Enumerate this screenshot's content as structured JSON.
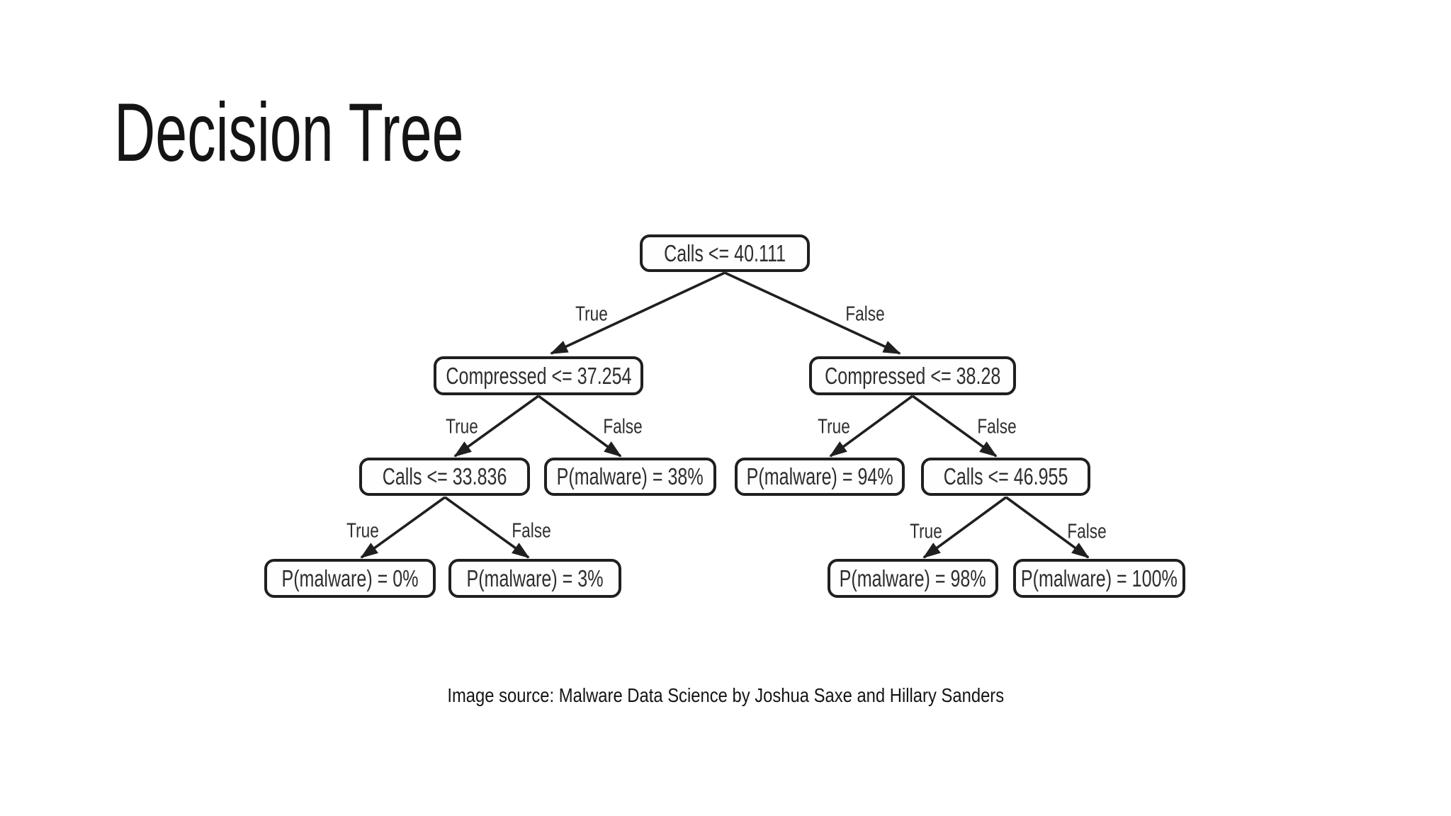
{
  "slide": {
    "title": "Decision Tree",
    "caption": "Image source: Malware Data Science by Joshua Saxe and Hillary Sanders"
  },
  "colors": {
    "background": "#ffffff",
    "ink": "#1f1f1f",
    "node_fill": "#fefefe",
    "text": "#2e2e2e"
  },
  "figure": {
    "type": "decision-tree",
    "nodes": [
      {
        "id": "root",
        "label": "Calls <= 40.111",
        "kind": "decision"
      },
      {
        "id": "l",
        "label": "Compressed <= 37.254",
        "kind": "decision"
      },
      {
        "id": "r",
        "label": "Compressed <= 38.28",
        "kind": "decision"
      },
      {
        "id": "ll",
        "label": "Calls <= 33.836",
        "kind": "decision"
      },
      {
        "id": "lr",
        "label": "P(malware) = 38%",
        "kind": "leaf"
      },
      {
        "id": "rl",
        "label": "P(malware) = 94%",
        "kind": "leaf"
      },
      {
        "id": "rr",
        "label": "Calls <= 46.955",
        "kind": "decision"
      },
      {
        "id": "lll",
        "label": "P(malware) = 0%",
        "kind": "leaf"
      },
      {
        "id": "llr",
        "label": "P(malware) = 3%",
        "kind": "leaf"
      },
      {
        "id": "rrl",
        "label": "P(malware) = 98%",
        "kind": "leaf"
      },
      {
        "id": "rrr",
        "label": "P(malware) = 100%",
        "kind": "leaf"
      }
    ],
    "edges": [
      {
        "from": "root",
        "to": "l",
        "label": "True"
      },
      {
        "from": "root",
        "to": "r",
        "label": "False"
      },
      {
        "from": "l",
        "to": "ll",
        "label": "True"
      },
      {
        "from": "l",
        "to": "lr",
        "label": "False"
      },
      {
        "from": "r",
        "to": "rl",
        "label": "True"
      },
      {
        "from": "r",
        "to": "rr",
        "label": "False"
      },
      {
        "from": "ll",
        "to": "lll",
        "label": "True"
      },
      {
        "from": "ll",
        "to": "llr",
        "label": "False"
      },
      {
        "from": "rr",
        "to": "rrl",
        "label": "True"
      },
      {
        "from": "rr",
        "to": "rrr",
        "label": "False"
      }
    ]
  }
}
